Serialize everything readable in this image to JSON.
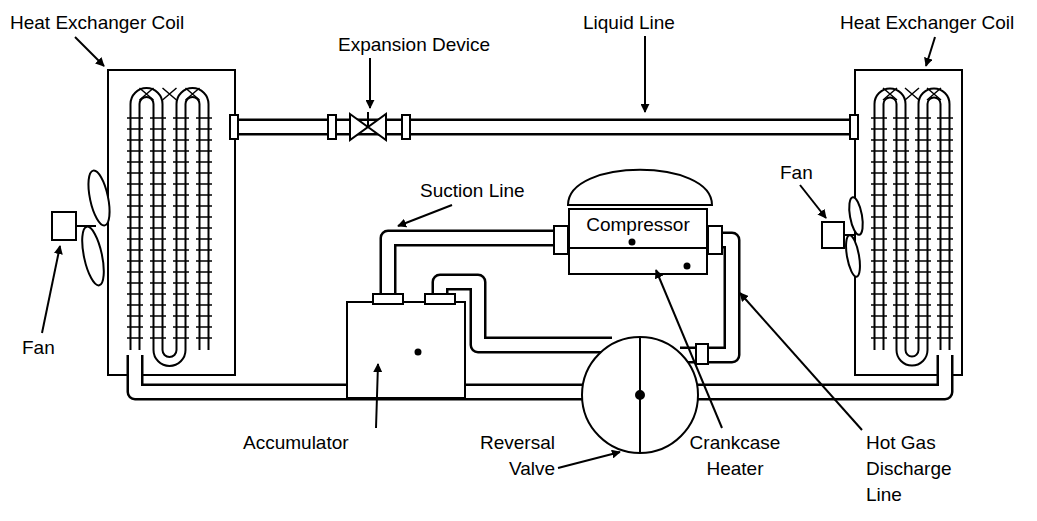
{
  "diagram": {
    "nodes": [
      {
        "text": [
          "Compressor"
        ]
      }
    ],
    "labels": [
      "Heat Exchanger Coil",
      "Expansion Device",
      "Liquid Line",
      "Heat Exchanger Coil",
      "Suction Line",
      "Fan",
      "Fan",
      "Accumulator",
      "Reversal Valve",
      "Crankcase Heater",
      "Hot Gas Discharge Line"
    ]
  }
}
